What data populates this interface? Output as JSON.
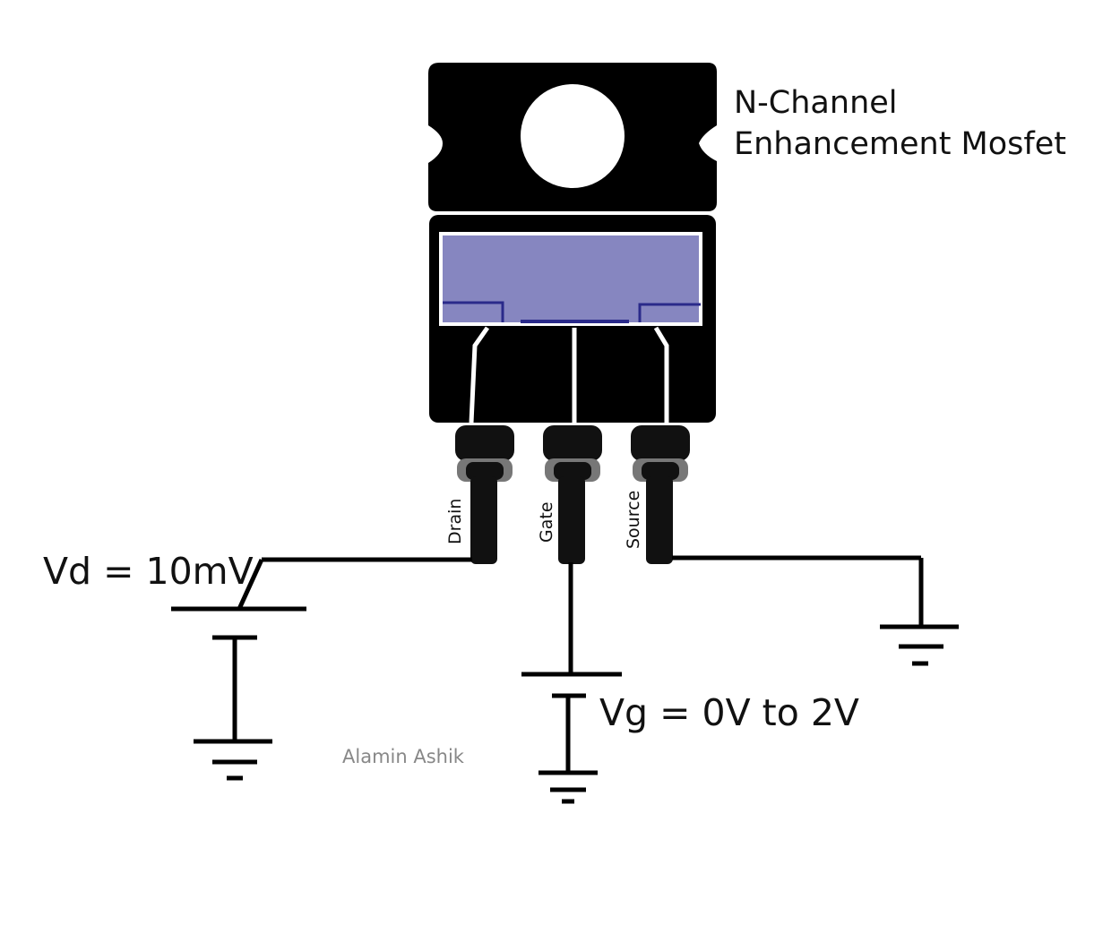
{
  "title": {
    "line1": "N-Channel",
    "line2": "Enhancement Mosfet"
  },
  "pins": {
    "drain": "Drain",
    "gate": "Gate",
    "source": "Source"
  },
  "sources": {
    "drain_voltage": "Vd = 10mV",
    "gate_voltage": "Vg = 0V to 2V"
  },
  "watermark": "Alamin Ashik",
  "colors": {
    "body": "#000000",
    "die": "#8686c0",
    "die_lines": "#2a2a8a",
    "lead_shade": "#777777",
    "watermark": "#888888"
  }
}
